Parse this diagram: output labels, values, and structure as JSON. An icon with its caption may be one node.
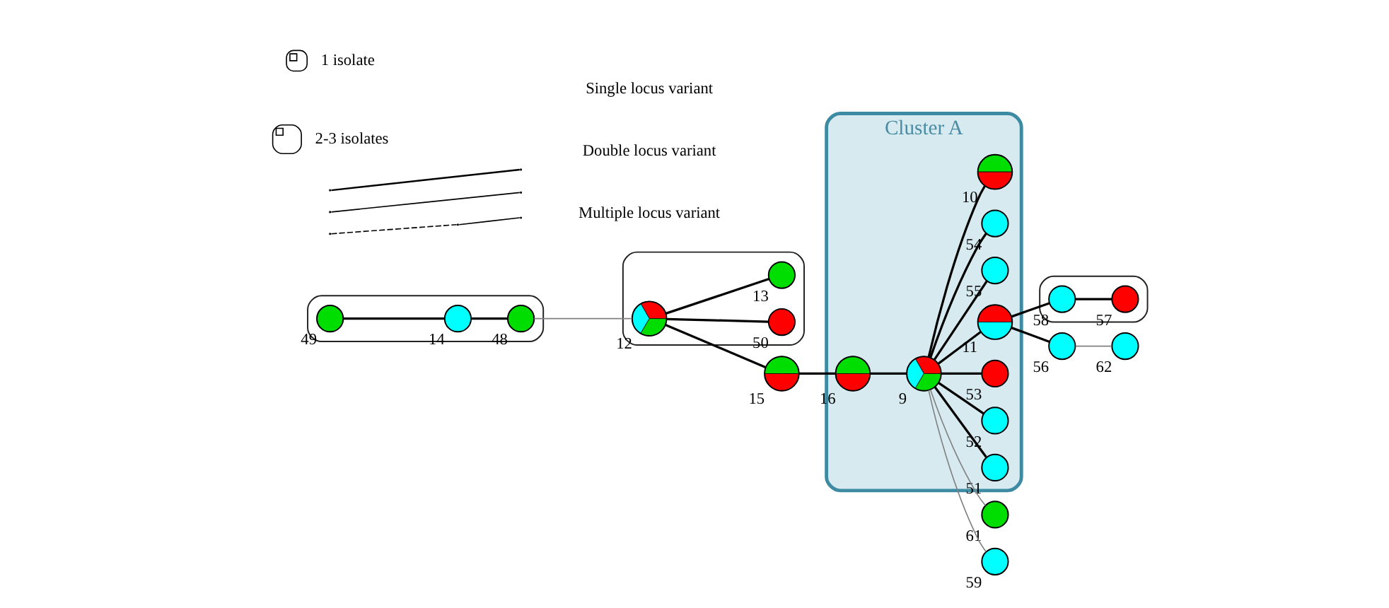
{
  "diagram": {
    "nodes": [
      {
        "text": [],
        "shape": "ellipse"
      },
      {
        "text": [],
        "shape": "circle",
        "beside": [
          "49"
        ],
        "in": 0
      },
      {
        "text": [],
        "shape": "circle",
        "beside": [
          "14"
        ],
        "in": 0
      },
      {
        "text": [],
        "shape": "circle",
        "beside": [
          "48"
        ],
        "in": 0
      },
      {
        "text": [],
        "shape": "ellipse"
      },
      {
        "text": [],
        "shape": "circle",
        "beside": [
          "50"
        ],
        "in": 4
      },
      {
        "text": [],
        "shape": "circle",
        "beside": [
          "12"
        ],
        "in": 4
      },
      {
        "text": [],
        "shape": "circle",
        "beside": [
          "13"
        ],
        "in": 4
      },
      {
        "text": [],
        "shape": "circle",
        "beside": [
          "15"
        ]
      },
      {
        "text": [
          "Cluster A"
        ]
      },
      {
        "text": [],
        "shape": "circle",
        "beside": [
          "51"
        ],
        "in": 9
      },
      {
        "text": [],
        "shape": "circle",
        "beside": [
          "52"
        ],
        "in": 9
      },
      {
        "text": [],
        "shape": "circle",
        "beside": [
          "53"
        ],
        "in": 9
      },
      {
        "text": [],
        "shape": "circle",
        "beside": [
          "16"
        ],
        "in": 9
      },
      {
        "text": [],
        "shape": "circle",
        "beside": [
          "9"
        ],
        "in": 9
      },
      {
        "text": [],
        "shape": "circle",
        "beside": [
          "11"
        ],
        "in": 9
      },
      {
        "text": [],
        "shape": "circle",
        "beside": [
          "55"
        ],
        "in": 9
      },
      {
        "text": [],
        "shape": "circle",
        "beside": [
          "54"
        ],
        "in": 9
      },
      {
        "text": [],
        "shape": "circle",
        "beside": [
          "10"
        ],
        "in": 9
      },
      {
        "text": [],
        "shape": "circle",
        "beside": [
          "61"
        ]
      },
      {
        "text": [],
        "shape": "ellipse"
      },
      {
        "text": [],
        "shape": "circle",
        "beside": [
          "58"
        ],
        "in": 20
      },
      {
        "text": [],
        "shape": "circle",
        "beside": [
          "57"
        ],
        "in": 20
      },
      {
        "text": [],
        "shape": "circle",
        "beside": [
          "56"
        ]
      },
      {
        "text": [],
        "shape": "circle",
        "beside": [
          "59"
        ]
      },
      {
        "text": [],
        "shape": "circle",
        "beside": [
          "62"
        ]
      }
    ],
    "edges": [
      {
        "from": 1,
        "to": 2,
        "arrow": "none"
      },
      {
        "from": 2,
        "to": 3,
        "arrow": "none"
      },
      {
        "from": 3,
        "to": 6,
        "arrow": "none",
        "color": "#808080"
      },
      {
        "from": 6,
        "to": 5,
        "arrow": "none"
      },
      {
        "from": 6,
        "to": 7,
        "arrow": "none"
      },
      {
        "from": 6,
        "to": 8,
        "arrow": "none"
      },
      {
        "from": 8,
        "to": 13,
        "arrow": "none"
      },
      {
        "from": 13,
        "to": 14,
        "arrow": "none"
      },
      {
        "from": 14,
        "to": 12,
        "arrow": "none"
      },
      {
        "from": 14,
        "to": 10,
        "arrow": "none"
      },
      {
        "from": 14,
        "to": 11,
        "arrow": "none"
      },
      {
        "from": 14,
        "to": 15,
        "arrow": "none"
      },
      {
        "from": 14,
        "to": 16,
        "arrow": "none"
      },
      {
        "from": 14,
        "to": 17,
        "arrow": "none"
      },
      {
        "from": 14,
        "to": 18,
        "arrow": "none"
      },
      {
        "from": 14,
        "to": 19,
        "arrow": "none",
        "color": "#808080"
      },
      {
        "from": 14,
        "to": 24,
        "arrow": "none",
        "color": "#808080"
      },
      {
        "from": 15,
        "to": 21,
        "arrow": "none"
      },
      {
        "from": 21,
        "to": 22,
        "arrow": "none"
      },
      {
        "from": 15,
        "to": 23,
        "arrow": "none"
      },
      {
        "from": 23,
        "to": 25,
        "arrow": "none",
        "color": "#808080"
      }
    ],
    "legend": [
      {
        "text": "1 isolate"
      },
      {
        "text": "2-3 isolates"
      },
      {
        "text": "Single locus variant"
      },
      {
        "text": "Double locus variant"
      },
      {
        "text": "Multiple locus variant"
      }
    ]
  }
}
